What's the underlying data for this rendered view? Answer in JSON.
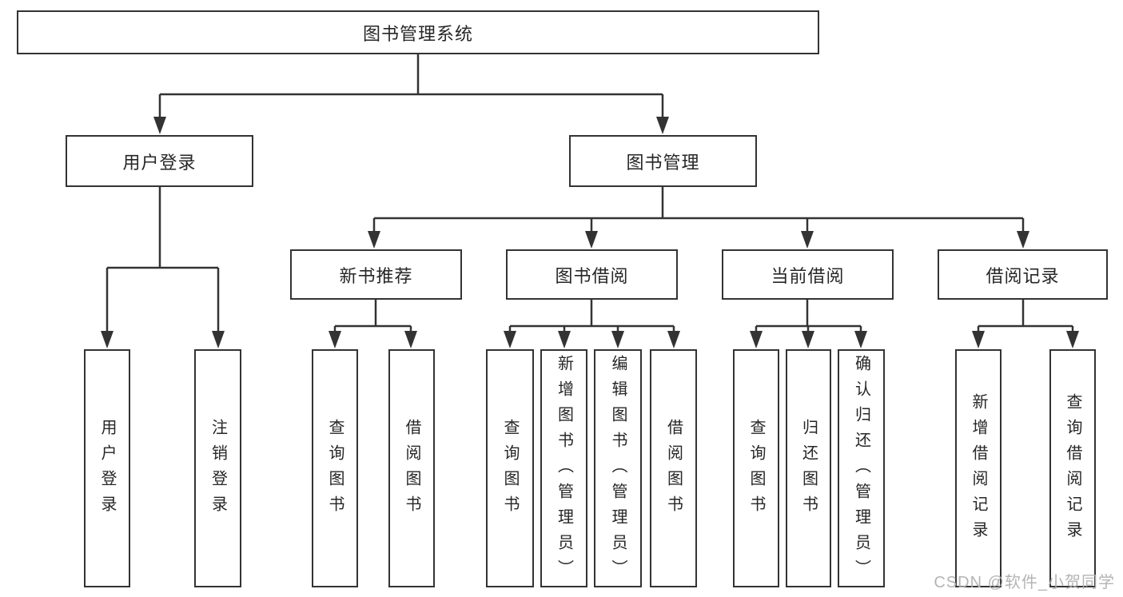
{
  "diagram": {
    "root": "图书管理系统",
    "level2": [
      {
        "label": "用户登录",
        "children": [
          "用户登录",
          "注销登录"
        ]
      },
      {
        "label": "图书管理",
        "children": [
          {
            "label": "新书推荐",
            "children": [
              "查询图书",
              "借阅图书"
            ]
          },
          {
            "label": "图书借阅",
            "children": [
              "查询图书",
              "新增图书（管理员）",
              "编辑图书（管理员）",
              "借阅图书"
            ]
          },
          {
            "label": "当前借阅",
            "children": [
              "查询图书",
              "归还图书",
              "确认归还（管理员）"
            ]
          },
          {
            "label": "借阅记录",
            "children": [
              "新增借阅记录",
              "查询借阅记录"
            ]
          }
        ]
      }
    ]
  },
  "watermark": {
    "text": "CSDN @软件_小贺同学"
  },
  "colors": {
    "line": "#333333",
    "text": "#262626",
    "background": "#ffffff",
    "watermark": "#b0b0b0"
  }
}
